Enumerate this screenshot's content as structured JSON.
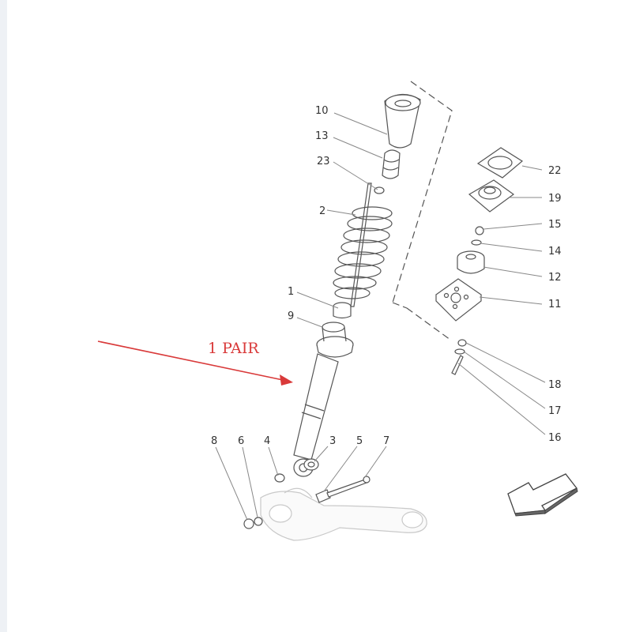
{
  "annotation": {
    "text": "1 PAIR",
    "color": "#d93a3a"
  },
  "colors": {
    "line": "#555555",
    "leader": "#888888",
    "fill": "#ffffff",
    "shade": "#f2f2f2",
    "edge": "#dcdcdc"
  },
  "parts": [
    {
      "id": "label-10",
      "number": "10"
    },
    {
      "id": "label-13",
      "number": "13"
    },
    {
      "id": "label-23",
      "number": "23"
    },
    {
      "id": "label-2",
      "number": "2"
    },
    {
      "id": "label-1",
      "number": "1"
    },
    {
      "id": "label-9",
      "number": "9"
    },
    {
      "id": "label-22",
      "number": "22"
    },
    {
      "id": "label-19",
      "number": "19"
    },
    {
      "id": "label-15",
      "number": "15"
    },
    {
      "id": "label-14",
      "number": "14"
    },
    {
      "id": "label-12",
      "number": "12"
    },
    {
      "id": "label-11",
      "number": "11"
    },
    {
      "id": "label-18",
      "number": "18"
    },
    {
      "id": "label-17",
      "number": "17"
    },
    {
      "id": "label-16",
      "number": "16"
    },
    {
      "id": "label-8",
      "number": "8"
    },
    {
      "id": "label-6",
      "number": "6"
    },
    {
      "id": "label-4",
      "number": "4"
    },
    {
      "id": "label-3",
      "number": "3"
    },
    {
      "id": "label-5",
      "number": "5"
    },
    {
      "id": "label-7",
      "number": "7"
    }
  ]
}
